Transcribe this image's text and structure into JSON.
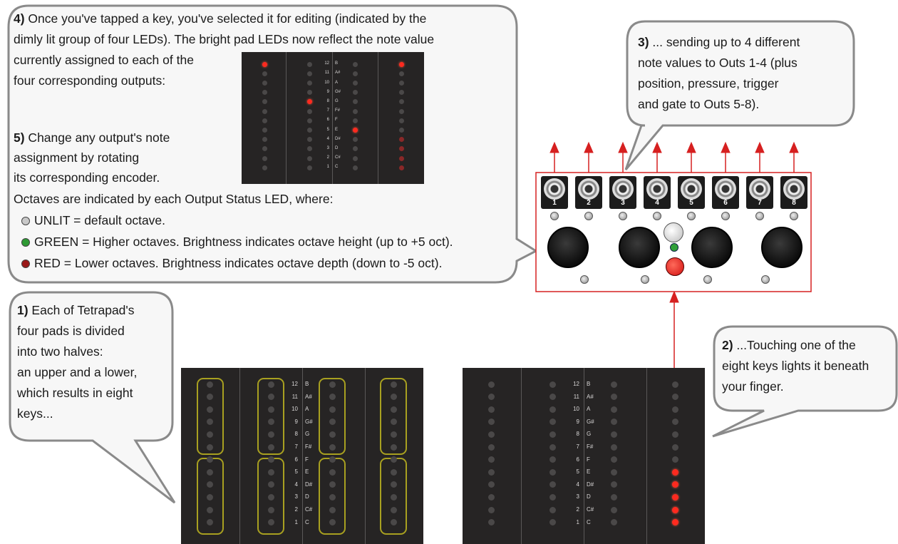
{
  "callout4": {
    "line1_bold": "4)",
    "line1": " Once you've tapped a key, you've selected it for editing (indicated by the",
    "line2": "dimly lit group of four LEDs). The bright pad LEDs now reflect the note value",
    "line3": "currently assigned to each of the",
    "line4": "four corresponding outputs:"
  },
  "callout5": {
    "line1_bold": "5)",
    "line1": " Change any output's note",
    "line2": "assignment by rotating",
    "line3": "its corresponding encoder."
  },
  "octaves": {
    "intro": "Octaves are indicated by each Output Status LED, where:",
    "unlit": "UNLIT = default octave.",
    "green": "GREEN = Higher octaves. Brightness indicates octave height (up to +5 oct).",
    "red": "RED = Lower octaves. Brightness indicates octave depth (down to -5 oct).",
    "colors": {
      "unlit": "#c8c8c8",
      "green": "#2e9a34",
      "red": "#9a1818"
    }
  },
  "callout3": {
    "line1_bold": "3)",
    "line1": " ... sending up to 4 different",
    "line2": "note values to Outs 1-4 (plus",
    "line3": "position, pressure, trigger",
    "line4": "and gate to Outs 5-8)."
  },
  "callout1": {
    "line1_bold": "1)",
    "line1": " Each of Tetrapad's",
    "line2": "four pads is divided",
    "line3": "into two halves:",
    "line4": "an upper and a lower,",
    "line5": "which results in eight",
    "line6": "keys..."
  },
  "callout2": {
    "line1_bold": "2)",
    "line1": "  ...Touching one of the",
    "line2": "eight keys lights it beneath",
    "line3": "your finger."
  },
  "module": {
    "outputs": [
      "1",
      "2",
      "3",
      "4",
      "5",
      "6",
      "7",
      "8"
    ]
  },
  "notes": {
    "numbers": [
      "12",
      "11",
      "10",
      "9",
      "8",
      "7",
      "6",
      "5",
      "4",
      "3",
      "2",
      "1"
    ],
    "names": [
      "B",
      "A#",
      "A",
      "G#",
      "G",
      "F#",
      "F",
      "E",
      "D#",
      "D",
      "C#",
      "C"
    ]
  },
  "pad_states": {
    "top": {
      "on": [
        [
          0,
          0
        ],
        [
          1,
          4
        ],
        [
          2,
          7
        ],
        [
          3,
          0
        ]
      ],
      "dim": [
        [
          3,
          8
        ],
        [
          3,
          9
        ],
        [
          3,
          10
        ],
        [
          3,
          11
        ]
      ]
    },
    "left": {
      "on": [],
      "dim": []
    },
    "right": {
      "on": [
        [
          3,
          7
        ],
        [
          3,
          8
        ],
        [
          3,
          9
        ],
        [
          3,
          10
        ],
        [
          3,
          11
        ]
      ],
      "dim": []
    }
  },
  "colors": {
    "pad_bg": "#262424",
    "led_off": "#4a4848",
    "led_on": "#ff2a1f",
    "arrow": "#d62020",
    "bubble_border": "#8a8a8a",
    "highlight": "#a8a020"
  }
}
